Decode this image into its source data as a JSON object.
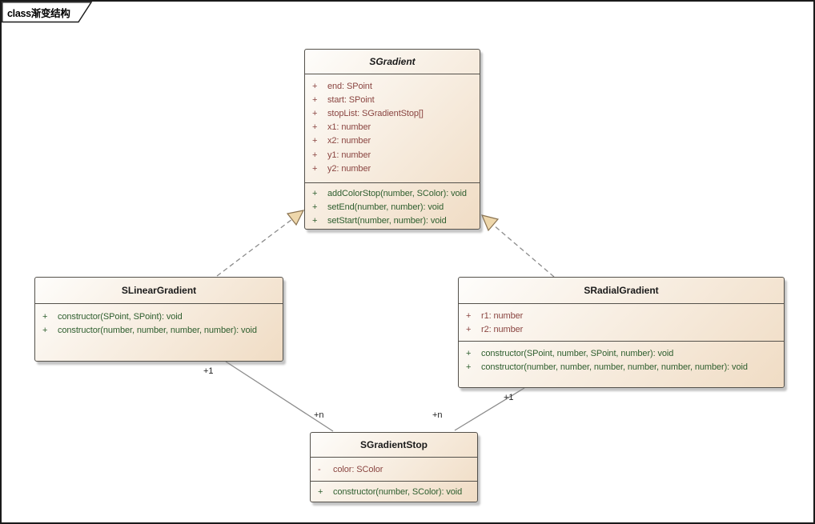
{
  "frame": {
    "label": "class渐变结构"
  },
  "colors": {
    "frame_border": "#1a1a1a",
    "class_border": "#54514b",
    "class_fill_start": "#fefdfb",
    "class_fill_end": "#f0dcc4",
    "attribute_text": "#8a4541",
    "method_text": "#2e5e2e",
    "connector": "#8c8c8c",
    "triangle_fill": "#eed7ab",
    "triangle_border": "#8a7351"
  },
  "classes": {
    "sgradient": {
      "name": "SGradient",
      "abstract": true,
      "attributes": [
        {
          "vis": "+",
          "text": "end: SPoint"
        },
        {
          "vis": "+",
          "text": "start: SPoint"
        },
        {
          "vis": "+",
          "text": "stopList: SGradientStop[]"
        },
        {
          "vis": "+",
          "text": "x1: number"
        },
        {
          "vis": "+",
          "text": "x2: number"
        },
        {
          "vis": "+",
          "text": "y1: number"
        },
        {
          "vis": "+",
          "text": "y2: number"
        }
      ],
      "methods": [
        {
          "vis": "+",
          "text": "addColorStop(number, SColor): void"
        },
        {
          "vis": "+",
          "text": "setEnd(number, number): void"
        },
        {
          "vis": "+",
          "text": "setStart(number, number): void"
        }
      ]
    },
    "slinear": {
      "name": "SLinearGradient",
      "abstract": false,
      "methods": [
        {
          "vis": "+",
          "text": "constructor(SPoint, SPoint): void"
        },
        {
          "vis": "+",
          "text": "constructor(number, number, number, number): void"
        }
      ]
    },
    "sradial": {
      "name": "SRadialGradient",
      "abstract": false,
      "attributes": [
        {
          "vis": "+",
          "text": "r1: number"
        },
        {
          "vis": "+",
          "text": "r2: number"
        }
      ],
      "methods": [
        {
          "vis": "+",
          "text": "constructor(SPoint, number, SPoint, number): void"
        },
        {
          "vis": "+",
          "text": "constructor(number, number, number, number, number, number): void"
        }
      ]
    },
    "sstop": {
      "name": "SGradientStop",
      "abstract": false,
      "attributes": [
        {
          "vis": "-",
          "text": "color: SColor"
        }
      ],
      "methods": [
        {
          "vis": "+",
          "text": "constructor(number, SColor): void"
        }
      ]
    }
  },
  "relationships": {
    "linear_inherits_sgradient": {
      "type": "realization"
    },
    "radial_inherits_sgradient": {
      "type": "realization"
    },
    "linear_to_stop": {
      "type": "association",
      "near_linear": "+1",
      "near_stop": "+n"
    },
    "radial_to_stop": {
      "type": "association",
      "near_radial": "+1",
      "near_stop": "+n"
    }
  }
}
